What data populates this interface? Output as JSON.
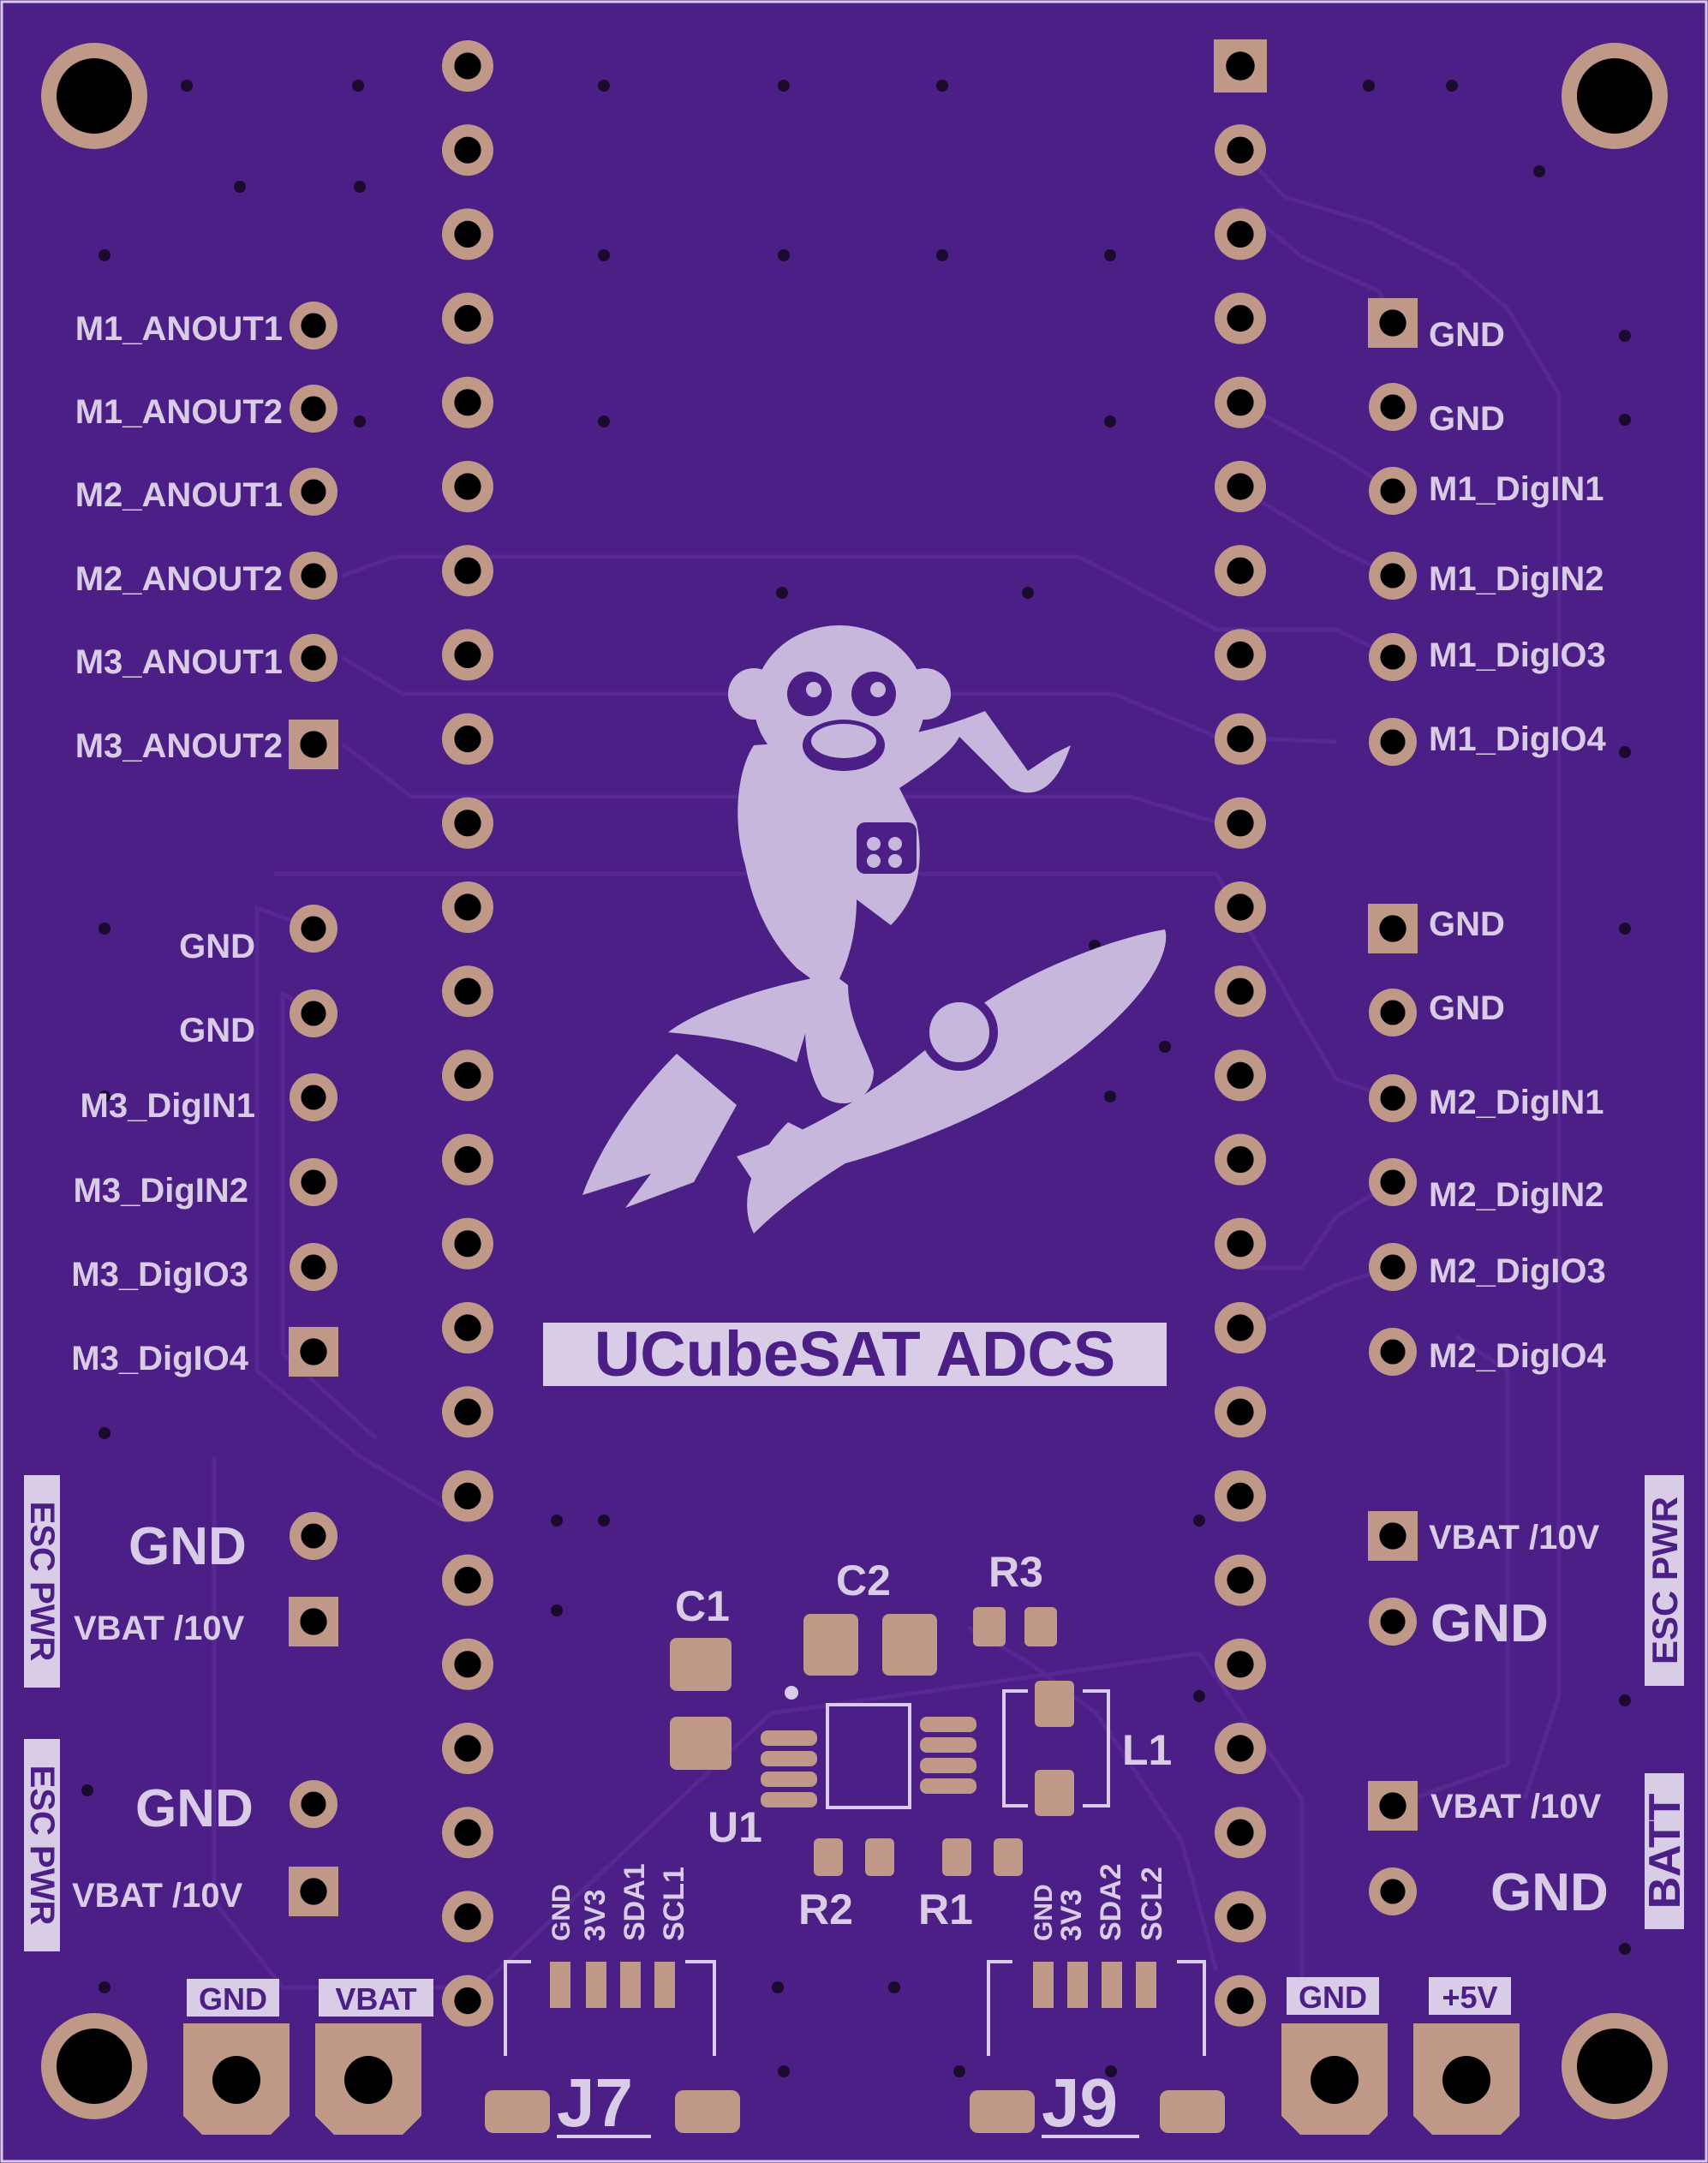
{
  "board": {
    "colors": {
      "substrate": "#4b1f86",
      "trace": "#57258f",
      "copper": "#bf9888",
      "silkscreen": "#d8cce6",
      "hole": "#000000"
    },
    "title": "UCubeSAT ADCS",
    "logo": "monkey-astronaut-riding-rocket"
  },
  "left_header": {
    "labels": [
      "M1_ANOUT1",
      "M1_ANOUT2",
      "M2_ANOUT1",
      "M2_ANOUT2",
      "M3_ANOUT1",
      "M3_ANOUT2"
    ],
    "lower_labels": [
      "GND",
      "GND",
      "M3_DigIN1",
      "M3_DigIN2",
      "M3_DigIO3",
      "M3_DigIO4"
    ]
  },
  "right_header": {
    "labels": [
      "GND",
      "GND",
      "M1_DigIN1",
      "M1_DigIN2",
      "M1_DigIO3",
      "M1_DigIO4"
    ],
    "lower_labels": [
      "GND",
      "GND",
      "M2_DigIN1",
      "M2_DigIN2",
      "M2_DigIO3",
      "M2_DigIO4"
    ]
  },
  "power_left": {
    "group_label": "ESC PWR",
    "block1": {
      "gnd": "GND",
      "vbat": "VBAT /10V"
    },
    "block2": {
      "gnd": "GND",
      "vbat": "VBAT /10V"
    }
  },
  "power_right": {
    "esc": {
      "label": "ESC PWR",
      "vbat": "VBAT /10V",
      "gnd": "GND"
    },
    "batt": {
      "label": "BATT",
      "vbat": "VBAT /10V",
      "gnd": "GND"
    }
  },
  "components": {
    "C1": "C1",
    "C2": "C2",
    "R1": "R1",
    "R2": "R2",
    "R3": "R3",
    "L1": "L1",
    "U1": "U1"
  },
  "connectors": {
    "J7": {
      "ref": "J7",
      "pins": [
        "GND",
        "3V3",
        "SDA1",
        "SCL1"
      ]
    },
    "J9": {
      "ref": "J9",
      "pins": [
        "GND",
        "3V3",
        "SDA2",
        "SCL2"
      ]
    }
  },
  "terminals": {
    "left": [
      "GND",
      "VBAT"
    ],
    "right": [
      "GND",
      "+5V"
    ]
  }
}
